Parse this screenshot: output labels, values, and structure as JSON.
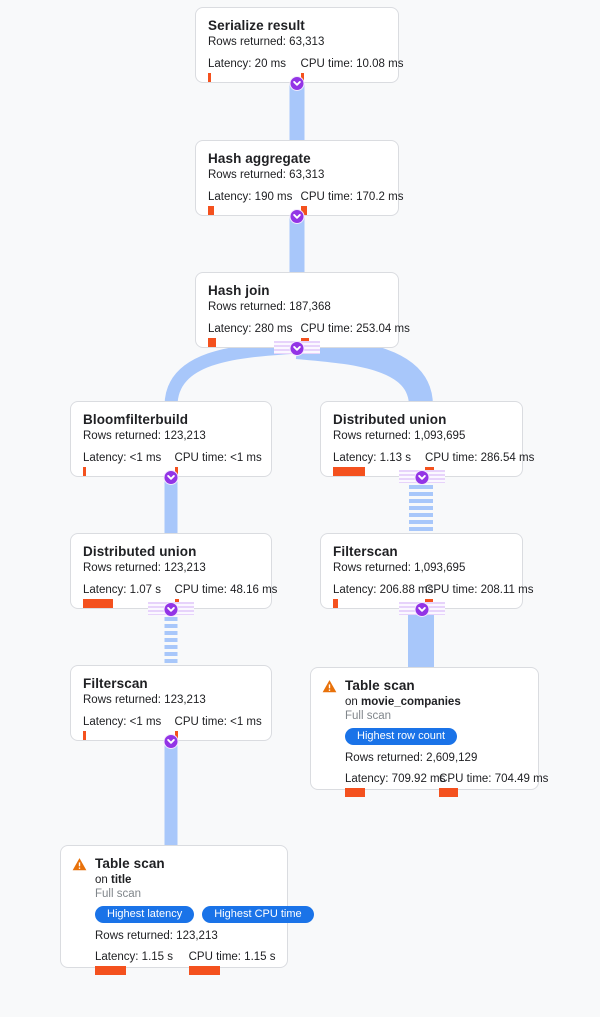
{
  "plan": {
    "colors": {
      "background": "#f8f9fa",
      "card_border": "#dadce0",
      "edge_blue": "#a8c7fa",
      "connector_purple": "#9334e6",
      "connector_band": "#e7d3fb",
      "metric_bar_orange": "#f4511e",
      "badge_blue": "#1a73e8",
      "warning_orange": "#e8710a",
      "text": "#202124",
      "muted_text": "#80868b"
    },
    "nodes": [
      {
        "id": "serialize-result",
        "title": "Serialize result",
        "rows": "Rows returned: 63,313",
        "latency": "Latency: 20 ms",
        "latency_bar": 3,
        "cpu": "CPU time: 10.08 ms",
        "cpu_bar": 3
      },
      {
        "id": "hash-aggregate",
        "title": "Hash aggregate",
        "rows": "Rows returned: 63,313",
        "latency": "Latency: 190 ms",
        "latency_bar": 6,
        "cpu": "CPU time: 170.2 ms",
        "cpu_bar": 6
      },
      {
        "id": "hash-join",
        "title": "Hash join",
        "rows": "Rows returned: 187,368",
        "latency": "Latency: 280 ms",
        "latency_bar": 8,
        "cpu": "CPU time: 253.04 ms",
        "cpu_bar": 8
      },
      {
        "id": "bloomfilterbuild",
        "title": "Bloomfilterbuild",
        "rows": "Rows returned: 123,213",
        "latency": "Latency: <1 ms",
        "latency_bar": 3,
        "cpu": "CPU time: <1 ms",
        "cpu_bar": 3
      },
      {
        "id": "distributed-union-right",
        "title": "Distributed union",
        "rows": "Rows returned: 1,093,695",
        "latency": "Latency: 1.13 s",
        "latency_bar": 32,
        "cpu": "CPU time: 286.54 ms",
        "cpu_bar": 9
      },
      {
        "id": "distributed-union-left",
        "title": "Distributed union",
        "rows": "Rows returned: 123,213",
        "latency": "Latency: 1.07 s",
        "latency_bar": 30,
        "cpu": "CPU time: 48.16 ms",
        "cpu_bar": 4
      },
      {
        "id": "filterscan-right",
        "title": "Filterscan",
        "rows": "Rows returned: 1,093,695",
        "latency": "Latency: 206.88 ms",
        "latency_bar": 5,
        "cpu": "CPU time: 208.11 ms",
        "cpu_bar": 8
      },
      {
        "id": "filterscan-left",
        "title": "Filterscan",
        "rows": "Rows returned: 123,213",
        "latency": "Latency: <1 ms",
        "latency_bar": 3,
        "cpu": "CPU time: <1 ms",
        "cpu_bar": 3
      },
      {
        "id": "table-scan-movie-companies",
        "title": "Table scan",
        "on_prefix": "on ",
        "on_target": "movie_companies",
        "scan_type": "Full scan",
        "badges": [
          "Highest row count"
        ],
        "rows": "Rows returned: 2,609,129",
        "latency": "Latency: 709.92 ms",
        "latency_bar": 20,
        "cpu": "CPU time: 704.49 ms",
        "cpu_bar": 19
      },
      {
        "id": "table-scan-title",
        "title": "Table scan",
        "on_prefix": "on ",
        "on_target": "title",
        "scan_type": "Full scan",
        "badges": [
          "Highest latency",
          "Highest CPU time"
        ],
        "rows": "Rows returned: 123,213",
        "latency": "Latency: 1.15 s",
        "latency_bar": 31,
        "cpu": "CPU time: 1.15 s",
        "cpu_bar": 31
      }
    ]
  }
}
